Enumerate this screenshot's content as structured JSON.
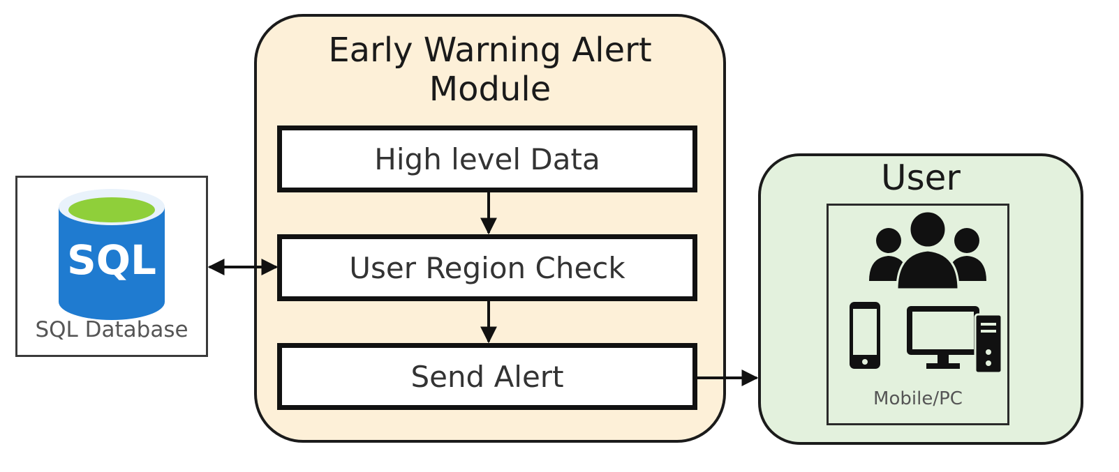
{
  "database": {
    "icon_text": "SQL",
    "label": "SQL Database",
    "icon": "sql-database-icon",
    "colors": {
      "cylinder": "#1f7bd0",
      "top": "#8fcf3a"
    }
  },
  "module": {
    "title_line1": "Early Warning Alert",
    "title_line2": "Module",
    "steps": [
      {
        "label": "High level Data"
      },
      {
        "label": "User Region Check"
      },
      {
        "label": "Send Alert"
      }
    ],
    "color": "#fdf0d8"
  },
  "user": {
    "title": "User",
    "device_label": "Mobile/PC",
    "icons": [
      "users-group-icon",
      "mobile-phone-icon",
      "desktop-pc-icon"
    ],
    "color": "#e3f1dd"
  }
}
